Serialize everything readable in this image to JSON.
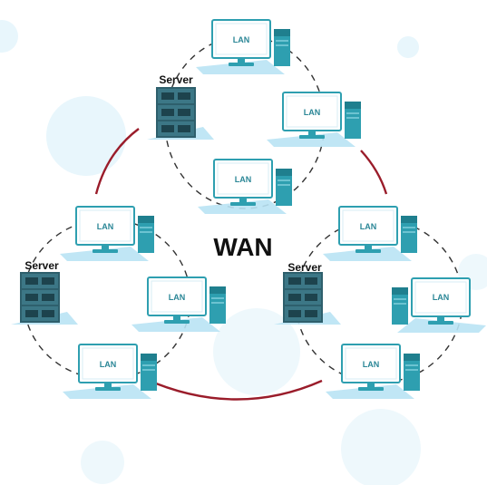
{
  "title": "WAN",
  "server_label": "Server",
  "lan_label": "LAN",
  "colors": {
    "background": "#ffffff",
    "bubble": "#e8f6fc",
    "shadow": "#b9e3f4",
    "teal": "#2e9fb0",
    "teal_dark": "#1f7f8e",
    "rack": "#2e5f6c",
    "rack_dark": "#1d434d",
    "monitor_border": "#2e9fb0",
    "lan_text": "#2a8696",
    "link": "#9a1c2a",
    "dash": "#333333",
    "title": "#111111"
  },
  "groups": [
    {
      "id": "top",
      "server": "Server",
      "lans": [
        "LAN",
        "LAN",
        "LAN"
      ]
    },
    {
      "id": "left",
      "server": "Server",
      "lans": [
        "LAN",
        "LAN",
        "LAN"
      ]
    },
    {
      "id": "right",
      "server": "Server",
      "lans": [
        "LAN",
        "LAN",
        "LAN"
      ]
    }
  ]
}
